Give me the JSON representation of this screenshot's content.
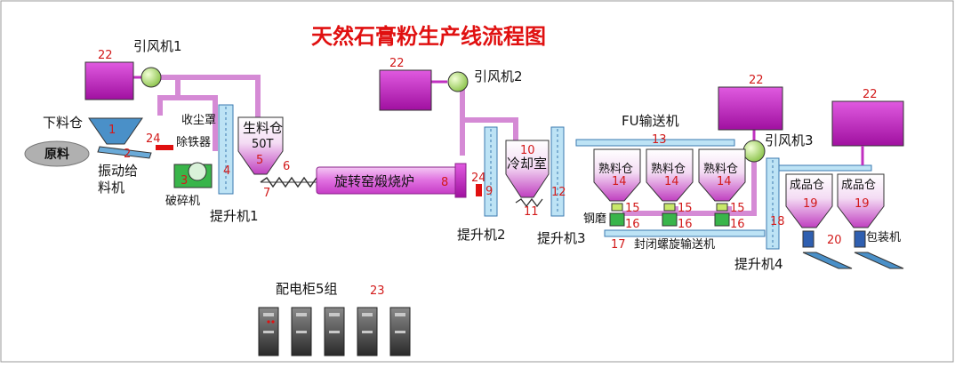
{
  "title": "天然石膏粉生产线流程图",
  "labels": {
    "fan1": "引风机1",
    "fan2": "引风机2",
    "fan3": "引风机3",
    "feed_bin": "下料仓",
    "raw": "原料",
    "vib_feeder_1": "振动给",
    "vib_feeder_2": "料机",
    "dust_hood": "收尘罩",
    "iron_remover": "除铁器",
    "crusher": "破碎机",
    "elevator1": "提升机1",
    "raw_bin_1": "生料仓",
    "raw_bin_2": "50T",
    "kiln": "旋转窑煅烧炉",
    "cooling_room": "冷却室",
    "elevator2": "提升机2",
    "elevator3": "提升机3",
    "fu_conveyor": "FU输送机",
    "cooked_bin_a": "熟料仓",
    "cooked_bin_b": "熟料仓",
    "cooked_bin_c": "熟料仓",
    "steel_mill": "钢磨",
    "screw_conveyor": "封闭螺旋输送机",
    "elevator4": "提升机4",
    "product_bin_a": "成品仓",
    "product_bin_b": "成品仓",
    "packer": "包装机",
    "cabinet": "配电柜5组"
  },
  "numbers": {
    "n1": "1",
    "n2": "2",
    "n3": "3",
    "n4": "4",
    "n5": "5",
    "n6": "6",
    "n7": "7",
    "n8": "8",
    "n9": "9",
    "n10": "10",
    "n11": "11",
    "n12": "12",
    "n13": "13",
    "n14a": "14",
    "n14b": "14",
    "n14c": "14",
    "n15a": "15",
    "n15b": "15",
    "n15c": "15",
    "n16a": "16",
    "n16b": "16",
    "n16c": "16",
    "n17": "17",
    "n18": "18",
    "n19a": "19",
    "n19b": "19",
    "n20": "20",
    "n22a": "22",
    "n22b": "22",
    "n22c": "22",
    "n22d": "22",
    "n23": "23",
    "n24a": "24",
    "n24b": "24"
  },
  "colors": {
    "purple": "#cc22cc",
    "pipe": "#d58ad5",
    "blue_machine": "#4a90c8",
    "light_blue": "#bde3f5",
    "green": "#39b54a",
    "red": "#e01010"
  }
}
